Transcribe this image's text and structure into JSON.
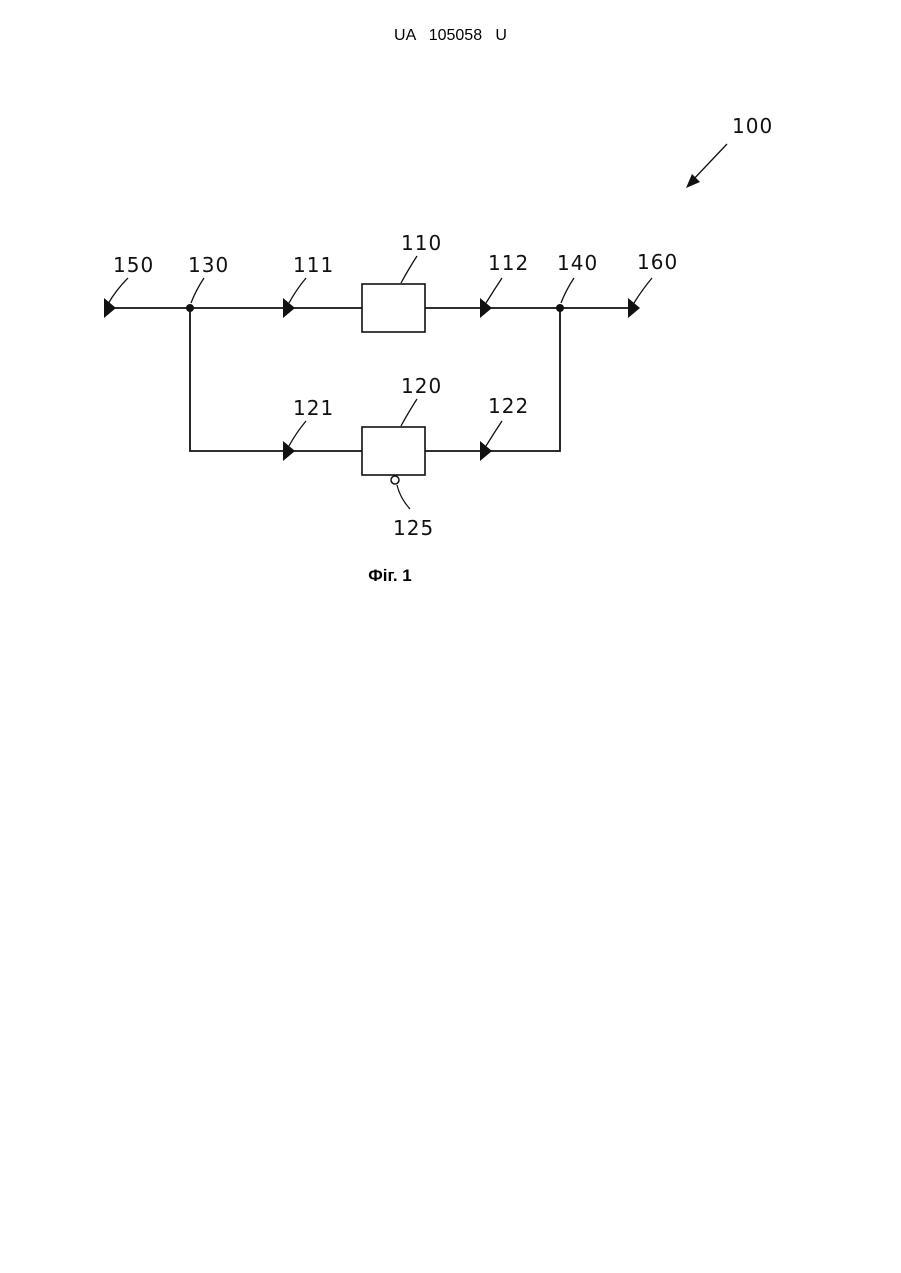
{
  "header": {
    "text": "UA   105058   U"
  },
  "caption": {
    "text": "Фіг. 1"
  },
  "diagram": {
    "labels": {
      "ref_100": "100",
      "ref_150": "150",
      "ref_130": "130",
      "ref_111": "111",
      "ref_110": "110",
      "ref_112": "112",
      "ref_140": "140",
      "ref_160": "160",
      "ref_121": "121",
      "ref_120": "120",
      "ref_122": "122",
      "ref_125": "125"
    }
  }
}
